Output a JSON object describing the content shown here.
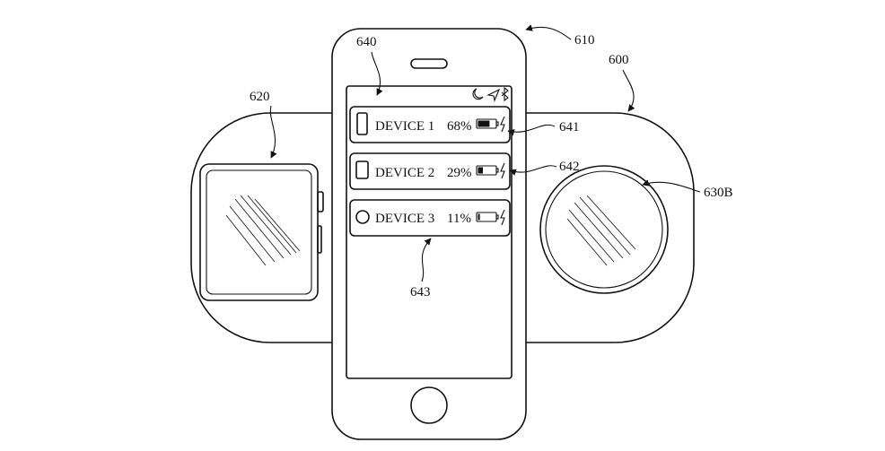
{
  "refs": {
    "phone": "610",
    "pad": "600",
    "screen": "640",
    "watch": "620",
    "puck": "630B",
    "row1": "641",
    "row2": "642",
    "row3": "643"
  },
  "devices": [
    {
      "label": "DEVICE 1",
      "percent": "68%",
      "icon": "phone-icon",
      "battery_level": 0.68
    },
    {
      "label": "DEVICE 2",
      "percent": "29%",
      "icon": "watch-icon",
      "battery_level": 0.29
    },
    {
      "label": "DEVICE 3",
      "percent": "11%",
      "icon": "earbuds-case-icon",
      "battery_level": 0.11
    }
  ],
  "status_icons": [
    "moon-icon",
    "location-arrow-icon",
    "bluetooth-icon"
  ],
  "colors": {
    "line": "#111111",
    "background": "#ffffff"
  }
}
